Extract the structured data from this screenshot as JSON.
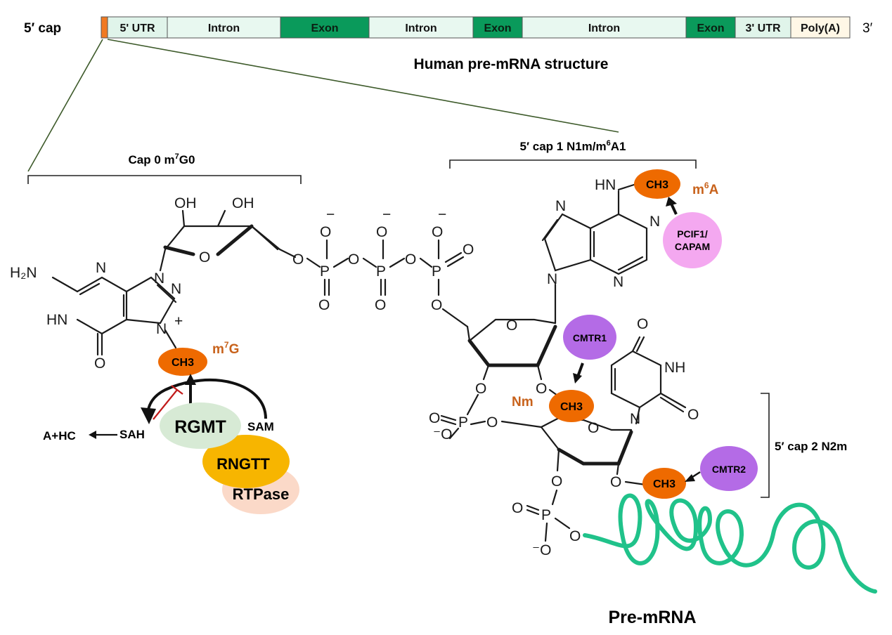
{
  "colors": {
    "exon": "#0a9a5b",
    "intron": "#e8f8f0",
    "utr": "#e0f4ea",
    "polya": "#fff7e6",
    "cap_box": "#f07a22",
    "ch3": "#ee6a00",
    "label_orange": "#c8621b",
    "cmtr": "#b46be6",
    "pcif": "#f4a8f0",
    "rgmt": "#d7ead5",
    "rngtt": "#f7b500",
    "rtpase": "#fbd9c8",
    "premrna": "#20c28a",
    "inhibit": "#c11a1a"
  },
  "premrna_bar": {
    "cap_label": "5′ cap",
    "end_label": "3′",
    "title": "Human pre-mRNA structure",
    "segments": [
      {
        "label": "5' UTR",
        "kind": "utr"
      },
      {
        "label": "Intron",
        "kind": "intron"
      },
      {
        "label": "Exon",
        "kind": "exon"
      },
      {
        "label": "Intron",
        "kind": "intron"
      },
      {
        "label": "Exon",
        "kind": "exon"
      },
      {
        "label": "Intron",
        "kind": "intron"
      },
      {
        "label": "Exon",
        "kind": "exon"
      },
      {
        "label": "3' UTR",
        "kind": "utr"
      },
      {
        "label": "Poly(A)",
        "kind": "polya"
      }
    ]
  },
  "brackets": {
    "cap0": {
      "text": "Cap 0 m",
      "sup": "7",
      "tail": "G0"
    },
    "cap1": {
      "text": "5′ cap 1 N1m/m",
      "sup": "6",
      "tail": "A1"
    },
    "cap2": "5′ cap 2 N2m"
  },
  "methyl": "CH3",
  "mod_labels": {
    "m7g": {
      "base": "m",
      "sup": "7",
      "tail": "G"
    },
    "m6a": {
      "base": "m",
      "sup": "6",
      "tail": "A"
    },
    "nm": "Nm"
  },
  "enzymes": {
    "cmtr1": "CMTR1",
    "cmtr2": "CMTR2",
    "pcif1": [
      "PCIF1/",
      "CAPAM"
    ],
    "rgmt": "RGMT",
    "rngtt": "RNGTT",
    "rtpase": "RTPase"
  },
  "cycle": {
    "sah": "SAH",
    "sam": "SAM",
    "products": "A+HC"
  },
  "atoms": {
    "h2n": "H₂N",
    "n": "N",
    "hn": "HN",
    "o": "O",
    "nplus": "N",
    "plus": "+",
    "oh": "OH",
    "p": "P",
    "neg": "−",
    "neg_o": "⁻O"
  },
  "rna_label": "Pre-mRNA"
}
